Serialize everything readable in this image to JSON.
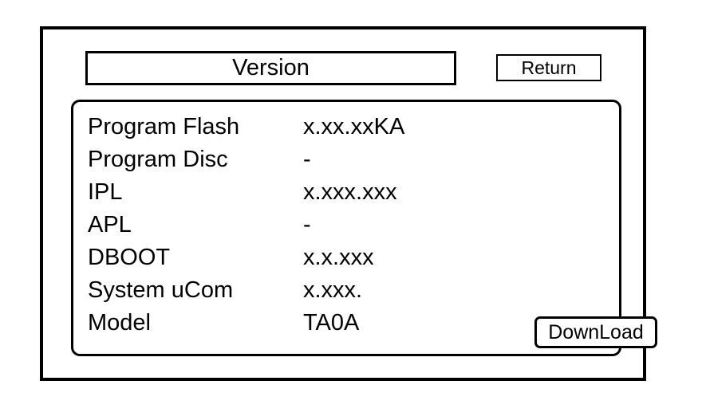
{
  "screen": {
    "title": "Version",
    "background_color": "#ffffff",
    "foreground_color": "#000000"
  },
  "header": {
    "title": "Version",
    "return_button_label": "Return"
  },
  "info_panel": {
    "rows": [
      {
        "label": "Program Flash",
        "value": "x.xx.xxKA"
      },
      {
        "label": "Program Disc",
        "value": "-"
      },
      {
        "label": "IPL",
        "value": "x.xxx.xxx"
      },
      {
        "label": "APL",
        "value": "-"
      },
      {
        "label": "DBOOT",
        "value": "x.x.xxx"
      },
      {
        "label": "System uCom",
        "value": "x.xxx."
      },
      {
        "label": "Model",
        "value": "TA0A"
      }
    ]
  },
  "actions": {
    "download_button_label": "DownLoad"
  }
}
